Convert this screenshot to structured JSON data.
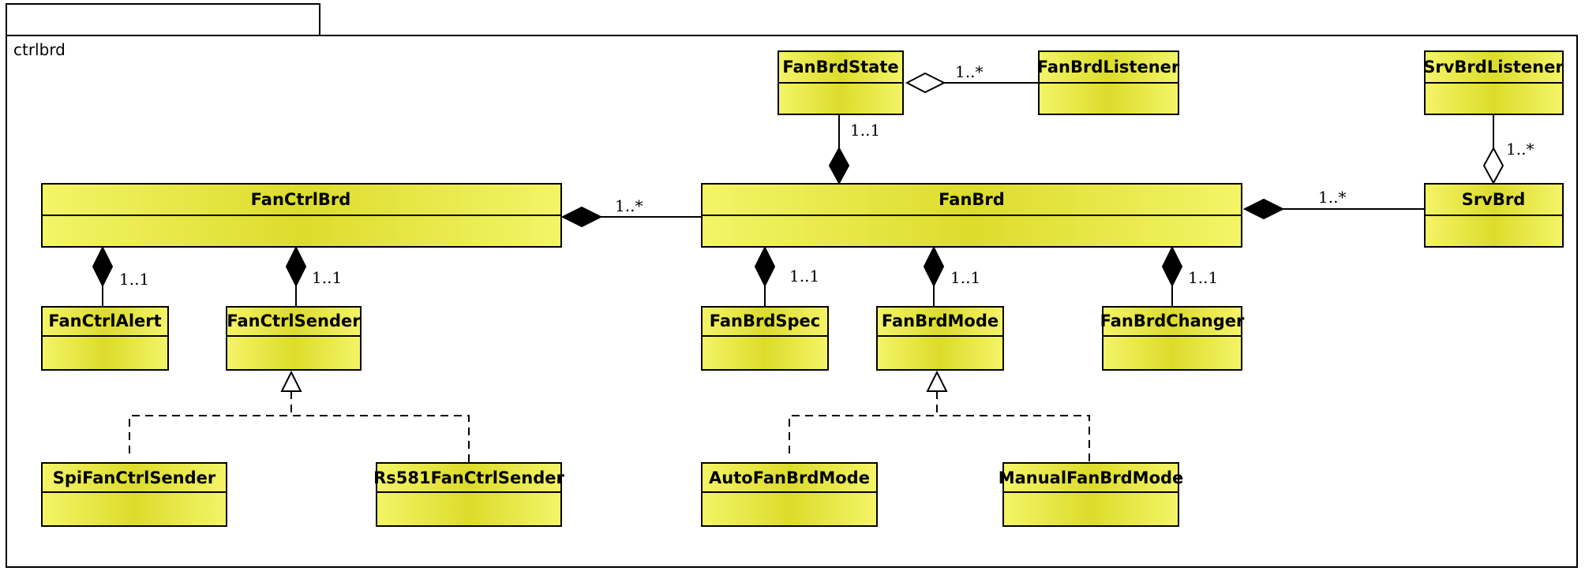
{
  "package": {
    "name": "ctrlbrd"
  },
  "classes": {
    "fan_brd_state": "FanBrdState",
    "fan_brd_listener": "FanBrdListener",
    "srv_brd_listener": "SrvBrdListener",
    "fan_ctrl_brd": "FanCtrlBrd",
    "fan_brd": "FanBrd",
    "srv_brd": "SrvBrd",
    "fan_ctrl_alert": "FanCtrlAlert",
    "fan_ctrl_sender": "FanCtrlSender",
    "fan_brd_spec": "FanBrdSpec",
    "fan_brd_mode": "FanBrdMode",
    "fan_brd_changer": "FanBrdChanger",
    "spi_fan_ctrl_sender": "SpiFanCtrlSender",
    "rs581_fan_ctrl_sender": "Rs581FanCtrlSender",
    "auto_fan_brd_mode": "AutoFanBrdMode",
    "manual_fan_brd_mode": "ManualFanBrdMode"
  },
  "relations": {
    "state_listener": {
      "kind": "aggregation",
      "whole": "FanBrdState",
      "part": "FanBrdListener",
      "multiplicity": "1..*"
    },
    "fanbrd_state": {
      "kind": "composition",
      "whole": "FanBrd",
      "part": "FanBrdState",
      "multiplicity": "1..1"
    },
    "srv_listener": {
      "kind": "aggregation",
      "whole": "SrvBrd",
      "part": "SrvBrdListener",
      "multiplicity": "1..*"
    },
    "ctrl_fanbrd": {
      "kind": "composition",
      "whole": "FanCtrlBrd",
      "part": "FanBrd",
      "multiplicity": "1..*"
    },
    "fanbrd_srv": {
      "kind": "composition",
      "whole": "FanBrd",
      "part": "SrvBrd",
      "multiplicity": "1..*"
    },
    "ctrl_alert": {
      "kind": "composition",
      "whole": "FanCtrlBrd",
      "part": "FanCtrlAlert",
      "multiplicity": "1..1"
    },
    "ctrl_sender": {
      "kind": "composition",
      "whole": "FanCtrlBrd",
      "part": "FanCtrlSender",
      "multiplicity": "1..1"
    },
    "fanbrd_spec": {
      "kind": "composition",
      "whole": "FanBrd",
      "part": "FanBrdSpec",
      "multiplicity": "1..1"
    },
    "fanbrd_mode": {
      "kind": "composition",
      "whole": "FanBrd",
      "part": "FanBrdMode",
      "multiplicity": "1..1"
    },
    "fanbrd_changer": {
      "kind": "composition",
      "whole": "FanBrd",
      "part": "FanBrdChanger",
      "multiplicity": "1..1"
    },
    "sender_realization": {
      "kind": "realization",
      "interface": "FanCtrlSender",
      "implementers": [
        "SpiFanCtrlSender",
        "Rs581FanCtrlSender"
      ]
    },
    "mode_realization": {
      "kind": "realization",
      "interface": "FanBrdMode",
      "implementers": [
        "AutoFanBrdMode",
        "ManualFanBrdMode"
      ]
    }
  },
  "colors": {
    "class_fill_light": "#f4f468",
    "class_fill_dark": "#dcdc2c",
    "stroke": "#000000"
  }
}
